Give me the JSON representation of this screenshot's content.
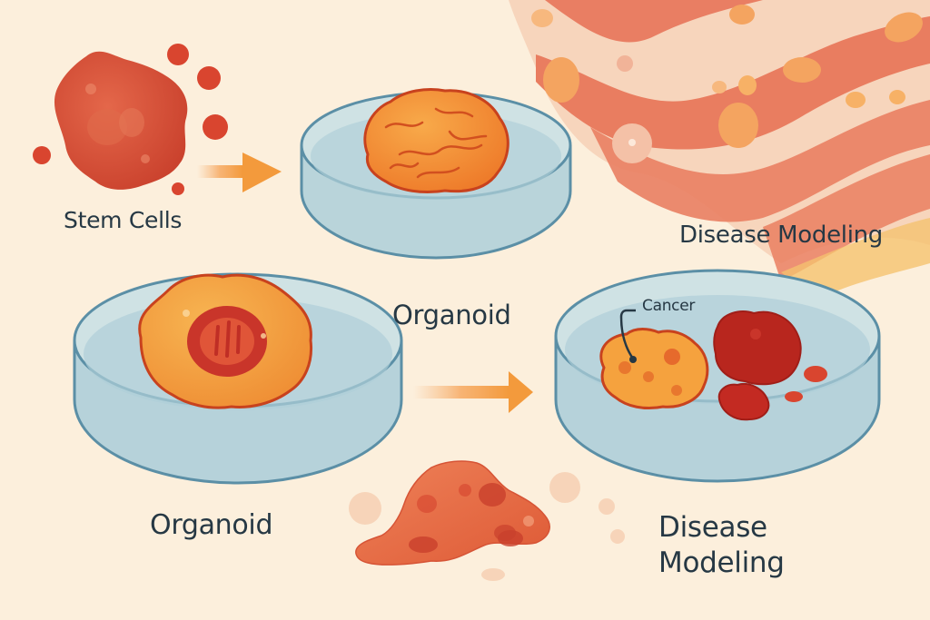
{
  "figure": {
    "type": "illustration",
    "topic": "Stem cells to organoids to disease modeling",
    "colors": {
      "background": "#fcefdc",
      "text": "#263844",
      "arrow": "#f39a3c",
      "dish_rim": "#5b8fa6",
      "dish_fill": "#bcd6dd",
      "organoid": "#f08a2e",
      "cell_red": "#d9452f",
      "cancer_dark": "#b8261e"
    }
  },
  "labels": {
    "stem_cells": "Stem Cells",
    "organoid_top": "Organoid",
    "organoid_bottom": "Organoid",
    "disease_modeling_top": "Disease Modeling",
    "disease_modeling_bottom": "Disease Modeling",
    "cancer_callout": "Cancer"
  },
  "elements": [
    {
      "name": "stem-cell-cluster",
      "label": "Stem Cells"
    },
    {
      "name": "arrow-1",
      "direction": "right"
    },
    {
      "name": "petri-dish-brain-organoid",
      "label": "Organoid"
    },
    {
      "name": "tissue-background",
      "label": "Disease Modeling"
    },
    {
      "name": "petri-dish-organoid-lumen",
      "label": "Organoid"
    },
    {
      "name": "arrow-2",
      "direction": "right"
    },
    {
      "name": "petri-dish-cancer-model",
      "label": "Disease Modeling",
      "callout": "Cancer"
    },
    {
      "name": "tissue-blob"
    }
  ]
}
